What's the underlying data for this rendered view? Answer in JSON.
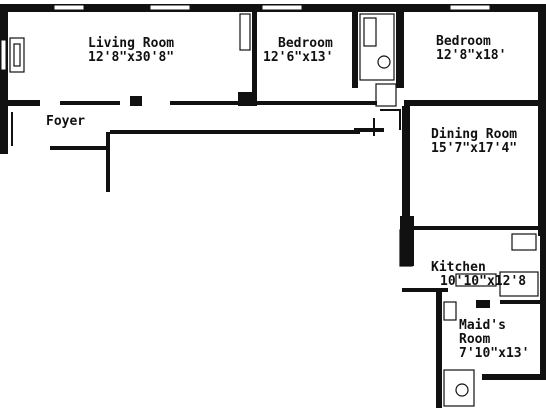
{
  "plan": {
    "rooms": [
      {
        "id": "living-room",
        "name": "Living Room",
        "size": "12'8\"x30'8\""
      },
      {
        "id": "bedroom-1",
        "name": "Bedroom",
        "size": "12'6\"x13'"
      },
      {
        "id": "bedroom-2",
        "name": "Bedroom",
        "size": "12'8\"x18'"
      },
      {
        "id": "foyer",
        "name": "Foyer",
        "size": ""
      },
      {
        "id": "dining-room",
        "name": "Dining Room",
        "size": "15'7\"x17'4\""
      },
      {
        "id": "kitchen",
        "name": "Kitchen",
        "size": "10'10\"x12'8"
      },
      {
        "id": "maids-room",
        "name": "Maid's",
        "name2": "Room",
        "size": "7'10\"x13'"
      }
    ],
    "colors": {
      "ink": "#111111",
      "paper": "#ffffff"
    }
  }
}
